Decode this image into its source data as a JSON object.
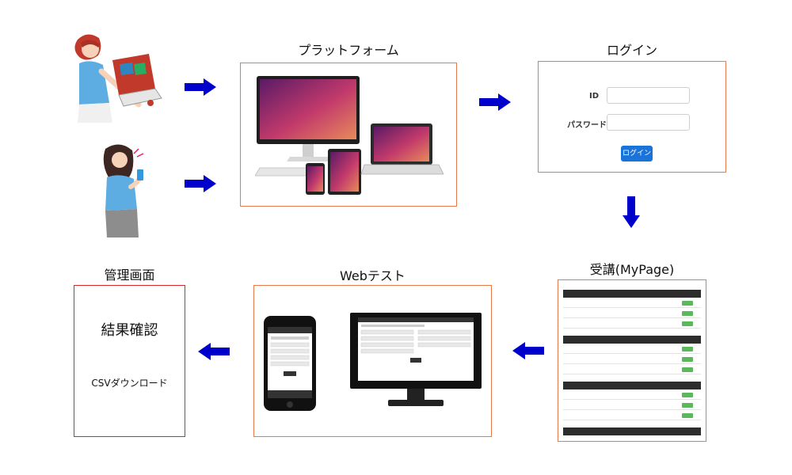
{
  "steps": {
    "platform": {
      "title": "プラットフォーム"
    },
    "login": {
      "title": "ログイン",
      "id_label": "ID",
      "password_label": "パスワード",
      "button_label": "ログイン"
    },
    "mypage": {
      "title": "受講(MyPage)"
    },
    "webtest": {
      "title": "Webテスト"
    },
    "manage": {
      "title": "管理画面",
      "result_label": "結果確認",
      "csv_label": "CSVダウンロード"
    }
  },
  "colors": {
    "arrow": "#0000cc",
    "box_border": "#e8794b",
    "manage_border": "#d9262b",
    "login_button": "#1a73d9"
  },
  "icons": [
    "arrow-right-icon",
    "arrow-down-icon",
    "arrow-left-icon",
    "woman-laptop-illustration",
    "woman-smartphone-illustration",
    "devices-illustration",
    "smartphone-illustration",
    "monitor-illustration"
  ]
}
